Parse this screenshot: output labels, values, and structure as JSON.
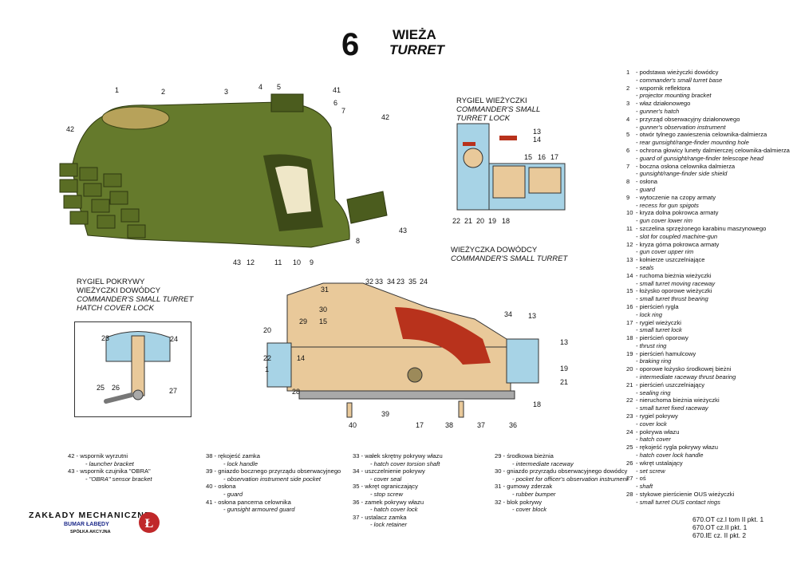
{
  "header": {
    "page_number": "6",
    "title_pl": "WIEŻA",
    "title_en": "TURRET"
  },
  "sections": {
    "lock": {
      "pl": "RYGIEL WIEŻYCZKI",
      "en": "COMMANDER'S SMALL TURRET LOCK"
    },
    "small_turret": {
      "pl": "WIEŻYCZKA DOWÓDCY",
      "en": "COMMANDER'S SMALL TURRET"
    },
    "hatch_lock": {
      "pl1": "RYGIEL POKRYWY",
      "pl2": "WIEŻYCZKI DOWÓDCY",
      "en1": "COMMANDER'S SMALL TURRET",
      "en2": "HATCH COVER LOCK"
    }
  },
  "main_callouts": [
    "1",
    "2",
    "3",
    "4",
    "5",
    "41",
    "6",
    "7",
    "42",
    "42",
    "8",
    "43",
    "43",
    "12",
    "11",
    "10",
    "9"
  ],
  "lock_callouts": [
    "13",
    "14",
    "15",
    "16",
    "17",
    "22",
    "21",
    "20",
    "19",
    "18"
  ],
  "turret_callouts": [
    "31",
    "32",
    "33",
    "34",
    "23",
    "35",
    "24",
    "30",
    "29",
    "15",
    "20",
    "22",
    "1",
    "14",
    "28",
    "34",
    "13",
    "13",
    "19",
    "21",
    "18",
    "40",
    "39",
    "17",
    "38",
    "37",
    "36"
  ],
  "hatch_callouts": [
    "23",
    "24",
    "25",
    "26",
    "27"
  ],
  "legend": [
    {
      "n": "1",
      "pl": "- podstawa wieżyczki dowódcy",
      "en": "- commander's small turret base"
    },
    {
      "n": "2",
      "pl": "- wspornik reflektora",
      "en": "- projector mounting bracket"
    },
    {
      "n": "3",
      "pl": "- właz działonowego",
      "en": "- gunner's hatch"
    },
    {
      "n": "4",
      "pl": "- przyrząd obserwacyjny działonowego",
      "en": "- gunner's observation instrument"
    },
    {
      "n": "5",
      "pl": "- otwór tylnego zawieszenia celownika-dalmierza",
      "en": "- rear gunsight/range-finder mounting hole"
    },
    {
      "n": "6",
      "pl": "- ochrona głowicy lunety dalmierczej celownika-dalmierza",
      "en": "- guard of gunsight/range-finder telescope head"
    },
    {
      "n": "7",
      "pl": "- boczna osłona celownika dalmierza",
      "en": "- gunsight/range-finder side shield"
    },
    {
      "n": "8",
      "pl": "- osłona",
      "en": "- guard"
    },
    {
      "n": "9",
      "pl": "- wytoczenie na czopy armaty",
      "en": "- recess for gun spigots"
    },
    {
      "n": "10",
      "pl": "- kryza dolna pokrowca armaty",
      "en": "- gun cover lower rim"
    },
    {
      "n": "11",
      "pl": "- szczelina sprzężonego karabinu maszynowego",
      "en": "- slot for coupled machine-gun"
    },
    {
      "n": "12",
      "pl": "- kryza górna pokrowca armaty",
      "en": "- gun cover upper rim"
    },
    {
      "n": "13",
      "pl": "- kołnierze uszczelniające",
      "en": "- seals"
    },
    {
      "n": "14",
      "pl": "- ruchoma bieżnia wieżyczki",
      "en": "- small turret moving raceway"
    },
    {
      "n": "15",
      "pl": "- łożysko oporowe wieżyczki",
      "en": "- small turret thrust bearing"
    },
    {
      "n": "16",
      "pl": "- pierścień rygla",
      "en": "- lock ring"
    },
    {
      "n": "17",
      "pl": "- rygiel wieżyczki",
      "en": "- small turret lock"
    },
    {
      "n": "18",
      "pl": "- pierścień oporowy",
      "en": "- thrust ring"
    },
    {
      "n": "19",
      "pl": "- pierścień hamulcowy",
      "en": "- braking ring"
    },
    {
      "n": "20",
      "pl": "- oporowe łożysko środkowej bieżni",
      "en": "- intermediate raceway thrust bearing"
    },
    {
      "n": "21",
      "pl": "- pierścień uszczelniający",
      "en": "- sealing ring"
    },
    {
      "n": "22",
      "pl": "- nieruchoma bieżnia wieżyczki",
      "en": "- small turret fixed raceway"
    },
    {
      "n": "23",
      "pl": "- rygiel pokrywy",
      "en": "- cover lock"
    },
    {
      "n": "24",
      "pl": "- pokrywa włazu",
      "en": "- hatch cover"
    },
    {
      "n": "25",
      "pl": "- rękojeść rygla pokrywy włazu",
      "en": "- hatch cover lock handle"
    },
    {
      "n": "26",
      "pl": "- wkręt ustalający",
      "en": "- set screw"
    },
    {
      "n": "27",
      "pl": "- oś",
      "en": "- shaft"
    },
    {
      "n": "28",
      "pl": "- stykowe pierścienie OUS wieżyczki",
      "en": "- small turret OUS contact rings"
    }
  ],
  "bottom_legend": [
    [
      {
        "n": "42",
        "pl": "- wspornik wyrzutni",
        "en": "- launcher bracket"
      },
      {
        "n": "43",
        "pl": "- wspornik czujnika \"OBRA\"",
        "en": "- \"OBRA\" sensor bracket"
      }
    ],
    [
      {
        "n": "38",
        "pl": "- rękojeść zamka",
        "en": "- lock handle"
      },
      {
        "n": "39",
        "pl": "- gniazdo bocznego przyrządu obserwacyjnego",
        "en": "- observation instrument side pocket"
      },
      {
        "n": "40",
        "pl": "- osłona",
        "en": "- guard"
      },
      {
        "n": "41",
        "pl": "- osłona pancerna celownika",
        "en": "- gunsight armoured guard"
      }
    ],
    [
      {
        "n": "33",
        "pl": "- wałek skrętny pokrywy włazu",
        "en": "- hatch cover torsion shaft"
      },
      {
        "n": "34",
        "pl": "- uszczelnienie pokrywy",
        "en": "- cover seal"
      },
      {
        "n": "35",
        "pl": "- wkręt ograniczający",
        "en": "- stop screw"
      },
      {
        "n": "36",
        "pl": "- zamek pokrywy włazu",
        "en": "- hatch cover lock"
      },
      {
        "n": "37",
        "pl": "- ustalacz zamka",
        "en": "- lock retainer"
      }
    ],
    [
      {
        "n": "29",
        "pl": "- środkowa bieżnia",
        "en": "- intermediate raceway"
      },
      {
        "n": "30",
        "pl": "- gniazdo przyrządu obserwacyjnego dowódcy",
        "en": "- pocket for officer's observation instrument"
      },
      {
        "n": "31",
        "pl": "- gumowy zderzak",
        "en": "- rubber bumper"
      },
      {
        "n": "32",
        "pl": "- blok pokrywy",
        "en": "- cover block"
      }
    ]
  ],
  "footer": {
    "company": "ZAKŁADY MECHANICZNE",
    "brand": "BUMAR ŁABĘDY",
    "company_type": "SPÓŁKA AKCYJNA",
    "logo_letter": "Ł",
    "refs": [
      "670.OT cz.I  tom II pkt. 1",
      "670.OT cz.II pkt. 1",
      "670.IE cz. II pkt. 2"
    ]
  },
  "colors": {
    "olive": "#657a2c",
    "olive_dark": "#4b5c1e",
    "tan": "#e9c99a",
    "blue": "#a7d3e6",
    "red": "#b8321c",
    "grey": "#a9a9a9"
  }
}
